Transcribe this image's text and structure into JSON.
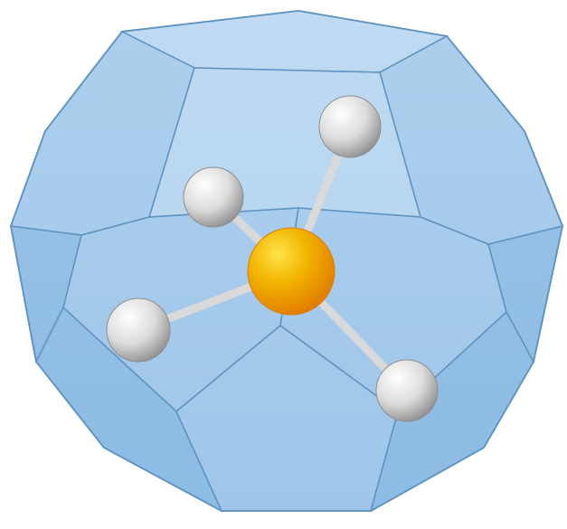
{
  "scene": {
    "subject": "molecule-in-cage",
    "cage_shape": "dodecahedron",
    "central_atom_count": 1,
    "outer_atom_count": 4,
    "bond_count": 4
  },
  "colors": {
    "background": "#ffffff",
    "cage_fill_light": "#bfdaf2",
    "cage_fill_mid": "#9fc6ea",
    "cage_fill_dark": "#7eb2df",
    "cage_edge": "#5f93c0",
    "central_atom": "#f2b400",
    "central_atom_highlight": "#ffe44a",
    "central_atom_shadow": "#e07a00",
    "outer_atom": "#dcdcdc",
    "outer_atom_highlight": "#ffffff",
    "outer_atom_shadow": "#8f8f8f",
    "bond": "#d9d9d9"
  }
}
